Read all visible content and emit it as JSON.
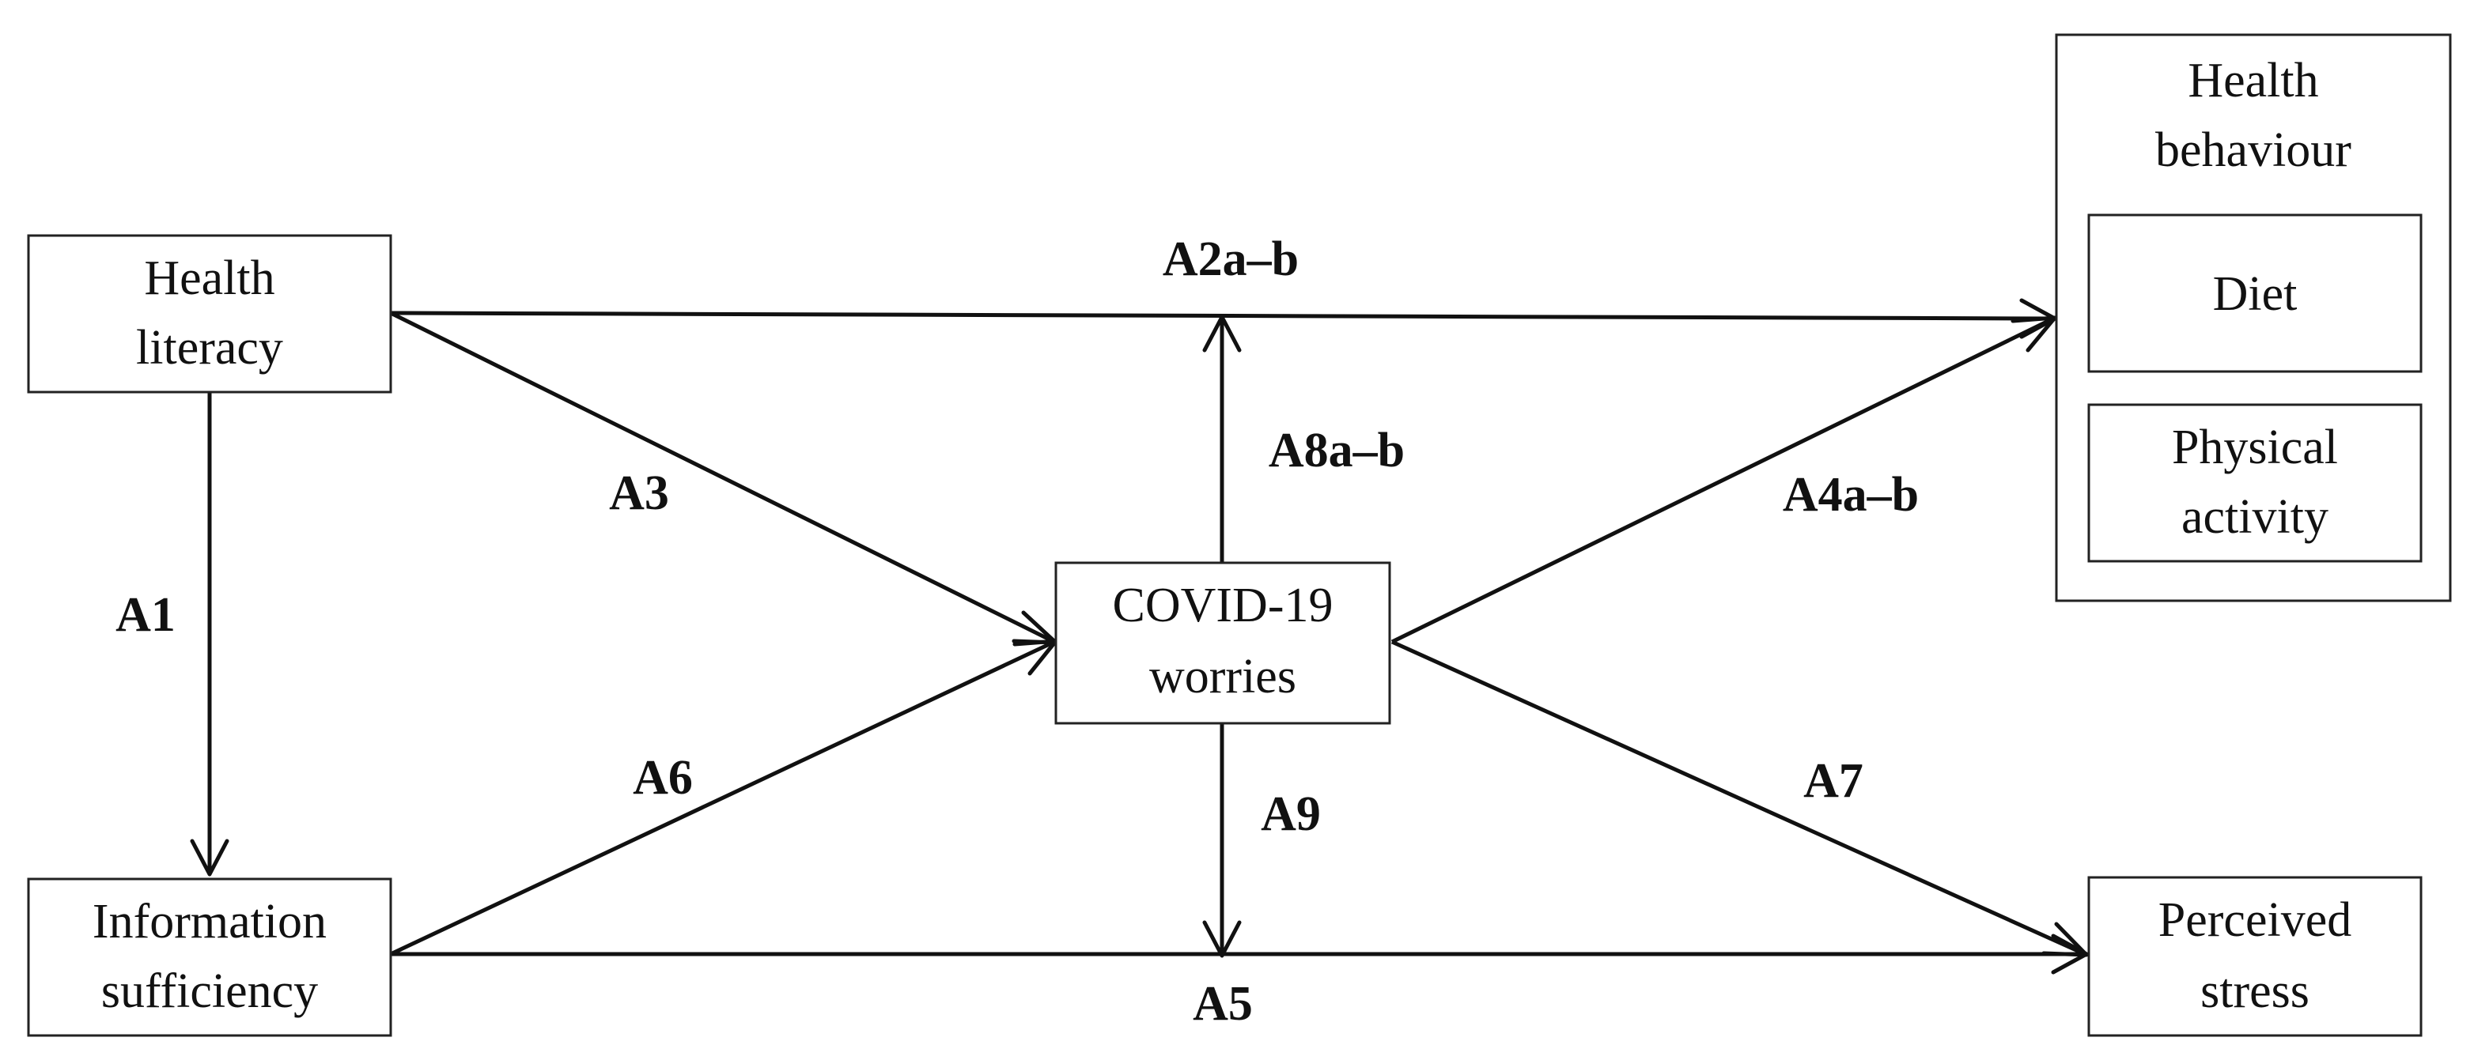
{
  "nodes": {
    "health_literacy": [
      "Health",
      "literacy"
    ],
    "information_sufficiency": [
      "Information",
      "sufficiency"
    ],
    "covid_worries": [
      "COVID-19",
      "worries"
    ],
    "health_behaviour": [
      "Health",
      "behaviour"
    ],
    "diet": [
      "Diet"
    ],
    "physical_activity": [
      "Physical",
      "activity"
    ],
    "perceived_stress": [
      "Perceived",
      "stress"
    ]
  },
  "paths": {
    "a1": "A1",
    "a2": "A2a–b",
    "a3": "A3",
    "a4": "A4a–b",
    "a5": "A5",
    "a6": "A6",
    "a7": "A7",
    "a8": "A8a–b",
    "a9": "A9"
  }
}
